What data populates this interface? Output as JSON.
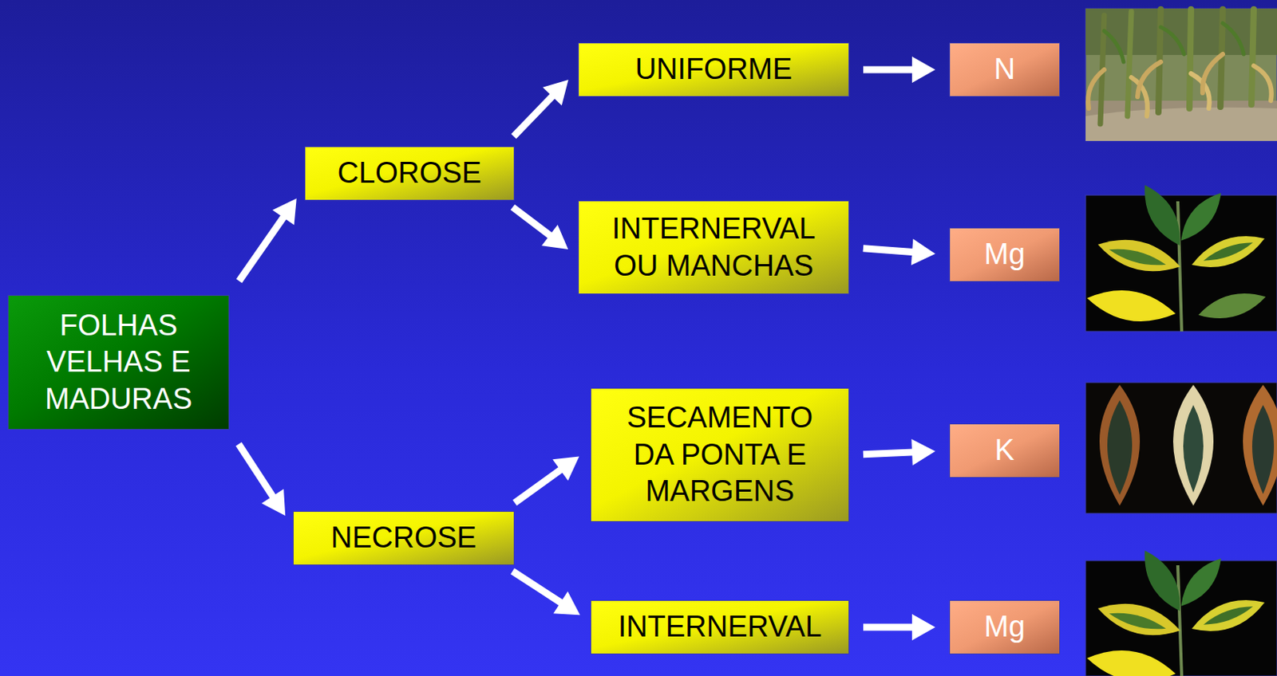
{
  "diagram": {
    "nodes": [
      {
        "text": [
          "FOLHAS VELHAS E MADURAS"
        ]
      },
      {
        "text": [
          "CLOROSE"
        ]
      },
      {
        "text": [
          "UNIFORME"
        ]
      },
      {
        "text": [
          "N"
        ]
      },
      {
        "text": [
          "INTERNERVAL OU MANCHAS"
        ]
      },
      {
        "text": [
          "Mg"
        ]
      },
      {
        "text": [
          "NECROSE"
        ]
      },
      {
        "text": [
          "SECAMENTO DA PONTA E MARGENS"
        ]
      },
      {
        "text": [
          "K"
        ]
      },
      {
        "text": [
          "INTERNERVAL"
        ]
      },
      {
        "text": [
          "Mg"
        ]
      }
    ],
    "edges": [
      {
        "from": 0,
        "to": 1,
        "arrow": "to"
      },
      {
        "from": 1,
        "to": 2,
        "arrow": "to"
      },
      {
        "from": 1,
        "to": 4,
        "arrow": "to"
      },
      {
        "from": 2,
        "to": 3,
        "arrow": "to"
      },
      {
        "from": 4,
        "to": 5,
        "arrow": "to"
      },
      {
        "from": 0,
        "to": 6,
        "arrow": "to"
      },
      {
        "from": 6,
        "to": 7,
        "arrow": "to"
      },
      {
        "from": 6,
        "to": 9,
        "arrow": "to"
      },
      {
        "from": 7,
        "to": 8,
        "arrow": "to"
      },
      {
        "from": 9,
        "to": 10,
        "arrow": "to"
      }
    ]
  }
}
